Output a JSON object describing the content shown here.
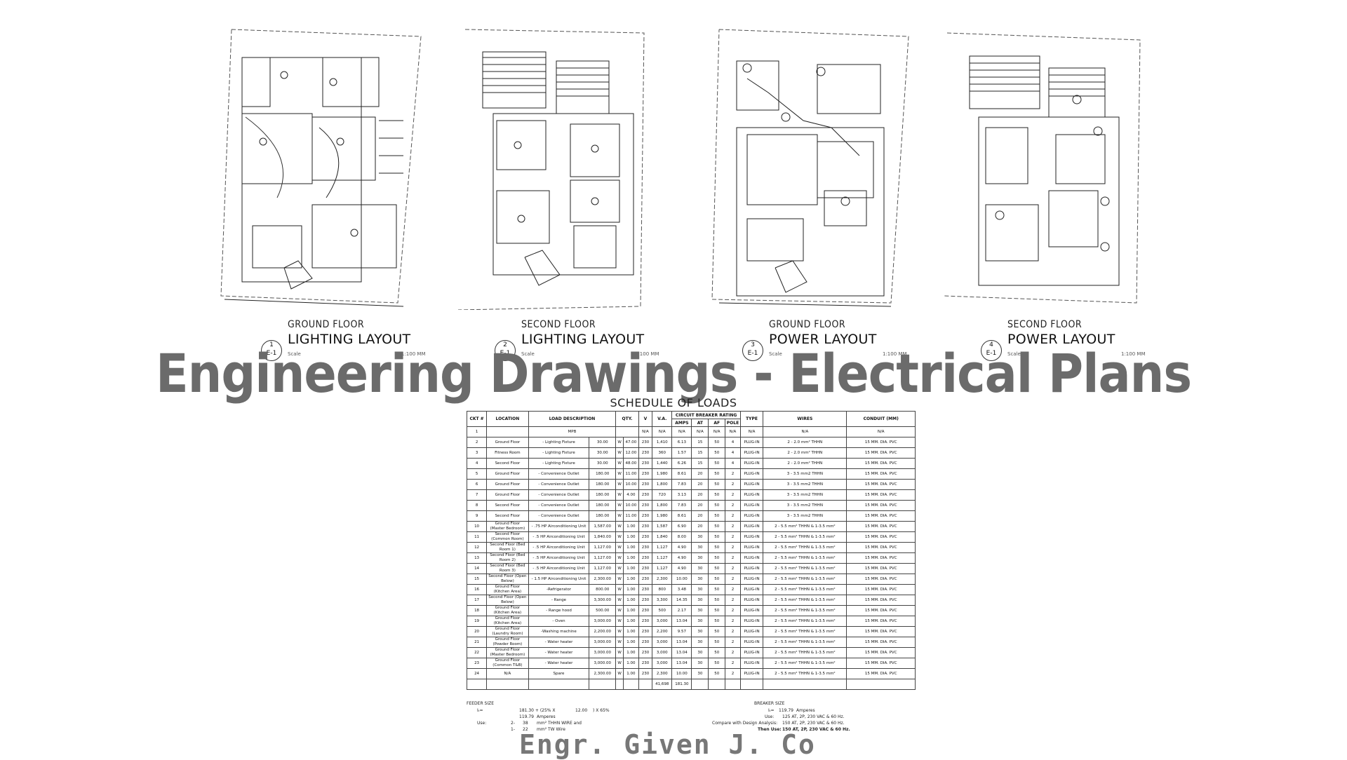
{
  "plans": [
    {
      "small": "GROUND FLOOR",
      "big": "LIGHTING LAYOUT",
      "num": "1",
      "sheet": "E-1",
      "scale": "Scale",
      "scale_value": "1:100 MM"
    },
    {
      "small": "SECOND FLOOR",
      "big": "LIGHTING LAYOUT",
      "num": "2",
      "sheet": "E-1",
      "scale": "Scale",
      "scale_value": "1:100 MM"
    },
    {
      "small": "GROUND FLOOR",
      "big": "POWER LAYOUT",
      "num": "3",
      "sheet": "E-1",
      "scale": "Scale",
      "scale_value": "1:100 MM"
    },
    {
      "small": "SECOND FLOOR",
      "big": "POWER LAYOUT",
      "num": "4",
      "sheet": "E-1",
      "scale": "Scale",
      "scale_value": "1:100 MM"
    }
  ],
  "main_title": "Engineering Drawings - Electrical Plans",
  "schedule_title": "SCHEDULE OF LOADS",
  "table": {
    "headers": [
      "CKT #",
      "LOCATION",
      "LOAD DESCRIPTION",
      "QTY.",
      "V",
      "V.A.",
      "CIRCUIT BREAKER RATING",
      "TYPE",
      "WIRES",
      "CONDUIT (MM)"
    ],
    "sub_headers": [
      "AMPS",
      "AT",
      "AF",
      "POLE"
    ],
    "rows": [
      [
        "1",
        "",
        "MPB",
        "",
        "",
        "",
        "N/A",
        "N/A",
        "N/A",
        "N/A",
        "N/A",
        "N/A",
        "N/A",
        "N/A",
        "N/A"
      ],
      [
        "2",
        "Ground Floor",
        "- Lighting Fixture",
        "30.00",
        "W",
        "47.00",
        "230",
        "1,410",
        "6.13",
        "15",
        "50",
        "4",
        "PLUG-IN",
        "2 - 2.0 mm² THHN",
        "15 MM. DIA. PVC"
      ],
      [
        "3",
        "Fitness Room",
        "- Lighting Fixture",
        "30.00",
        "W",
        "12.00",
        "230",
        "360",
        "1.57",
        "15",
        "50",
        "4",
        "PLUG-IN",
        "2 - 2.0 mm² THHN",
        "15 MM. DIA. PVC"
      ],
      [
        "4",
        "Second Floor",
        "- Lighting Fixture",
        "30.00",
        "W",
        "48.00",
        "230",
        "1,440",
        "6.26",
        "15",
        "50",
        "4",
        "PLUG-IN",
        "2 - 2.0 mm² THHN",
        "15 MM. DIA. PVC"
      ],
      [
        "5",
        "Ground Floor",
        "- Convenience Outlet",
        "180.00",
        "W",
        "11.00",
        "230",
        "1,980",
        "8.61",
        "20",
        "50",
        "2",
        "PLUG-IN",
        "3 - 3.5 mm2 THHN",
        "15 MM. DIA. PVC"
      ],
      [
        "6",
        "Ground Floor",
        "- Convenience Outlet",
        "180.00",
        "W",
        "10.00",
        "230",
        "1,800",
        "7.83",
        "20",
        "50",
        "2",
        "PLUG-IN",
        "3 - 3.5 mm2 THHN",
        "15 MM. DIA. PVC"
      ],
      [
        "7",
        "Ground Floor",
        "- Convenience Outlet",
        "180.00",
        "W",
        "4.00",
        "230",
        "720",
        "3.13",
        "20",
        "50",
        "2",
        "PLUG-IN",
        "3 - 3.5 mm2 THHN",
        "15 MM. DIA. PVC"
      ],
      [
        "8",
        "Second Floor",
        "- Convenience Outlet",
        "180.00",
        "W",
        "10.00",
        "230",
        "1,800",
        "7.83",
        "20",
        "50",
        "2",
        "PLUG-IN",
        "3 - 3.5 mm2 THHN",
        "15 MM. DIA. PVC"
      ],
      [
        "9",
        "Second Floor",
        "- Convenience Outlet",
        "180.00",
        "W",
        "11.00",
        "230",
        "1,980",
        "8.61",
        "20",
        "50",
        "2",
        "PLUG-IN",
        "3 - 3.5 mm2 THHN",
        "15 MM. DIA. PVC"
      ],
      [
        "10",
        "Ground Floor (Master Bedroom)",
        "- .75 HP Airconditioning Unit",
        "1,587.00",
        "W",
        "1.00",
        "230",
        "1,587",
        "6.90",
        "20",
        "50",
        "2",
        "PLUG-IN",
        "2 - 5.5 mm² THHN & 1-3.5 mm²",
        "15 MM. DIA. PVC"
      ],
      [
        "11",
        "Second Floor (Common Room)",
        "- .5 HP Airconditioning Unit",
        "1,840.00",
        "W",
        "1.00",
        "230",
        "1,840",
        "8.00",
        "30",
        "50",
        "2",
        "PLUG-IN",
        "2 - 5.5 mm² THHN & 1-3.5 mm²",
        "15 MM. DIA. PVC"
      ],
      [
        "12",
        "Second Floor (Bed Room 1)",
        "- .5 HP Airconditioning Unit",
        "1,127.00",
        "W",
        "1.00",
        "230",
        "1,127",
        "4.90",
        "30",
        "50",
        "2",
        "PLUG-IN",
        "2 - 5.5 mm² THHN & 1-3.5 mm²",
        "15 MM. DIA. PVC"
      ],
      [
        "13",
        "Second Floor (Bed Room 2)",
        "- .5 HP Airconditioning Unit",
        "1,127.00",
        "W",
        "1.00",
        "230",
        "1,127",
        "4.90",
        "30",
        "50",
        "2",
        "PLUG-IN",
        "2 - 5.5 mm² THHN & 1-3.5 mm²",
        "15 MM. DIA. PVC"
      ],
      [
        "14",
        "Second Floor (Bed Room 3)",
        "- .5 HP Airconditioning Unit",
        "1,127.00",
        "W",
        "1.00",
        "230",
        "1,127",
        "4.90",
        "30",
        "50",
        "2",
        "PLUG-IN",
        "2 - 5.5 mm² THHN & 1-3.5 mm²",
        "15 MM. DIA. PVC"
      ],
      [
        "15",
        "Second Floor (Open Below)",
        "- 1.5 HP Airconditioning Unit",
        "2,300.00",
        "W",
        "1.00",
        "230",
        "2,300",
        "10.00",
        "30",
        "50",
        "2",
        "PLUG-IN",
        "2 - 5.5 mm² THHN & 1-3.5 mm²",
        "15 MM. DIA. PVC"
      ],
      [
        "16",
        "Ground Floor (Kitchen Area)",
        "-Refrigerator",
        "800.00",
        "W",
        "1.00",
        "230",
        "800",
        "3.48",
        "30",
        "50",
        "2",
        "PLUG-IN",
        "2 - 5.5 mm² THHN & 1-3.5 mm²",
        "15 MM. DIA. PVC"
      ],
      [
        "17",
        "Second Floor (Open Below)",
        "- Range",
        "3,300.00",
        "W",
        "1.00",
        "230",
        "3,300",
        "14.35",
        "30",
        "50",
        "2",
        "PLUG-IN",
        "2 - 5.5 mm² THHN & 1-3.5 mm²",
        "15 MM. DIA. PVC"
      ],
      [
        "18",
        "Ground Floor (Kitchen Area)",
        "- Range hood",
        "500.00",
        "W",
        "1.00",
        "230",
        "500",
        "2.17",
        "30",
        "50",
        "2",
        "PLUG-IN",
        "2 - 5.5 mm² THHN & 1-3.5 mm²",
        "15 MM. DIA. PVC"
      ],
      [
        "19",
        "Ground Floor (Kitchen Area)",
        "- Oven",
        "3,000.00",
        "W",
        "1.00",
        "230",
        "3,000",
        "13.04",
        "30",
        "50",
        "2",
        "PLUG-IN",
        "2 - 5.5 mm² THHN & 1-3.5 mm²",
        "15 MM. DIA. PVC"
      ],
      [
        "20",
        "Ground Floor (Laundry Room)",
        "-Washing machine",
        "2,200.00",
        "W",
        "1.00",
        "230",
        "2,200",
        "9.57",
        "30",
        "50",
        "2",
        "PLUG-IN",
        "2 - 5.5 mm² THHN & 1-3.5 mm²",
        "15 MM. DIA. PVC"
      ],
      [
        "21",
        "Ground Floor (Powder Room)",
        "- Water heater",
        "3,000.00",
        "W",
        "1.00",
        "230",
        "3,000",
        "13.04",
        "30",
        "50",
        "2",
        "PLUG-IN",
        "2 - 5.5 mm² THHN & 1-3.5 mm²",
        "15 MM. DIA. PVC"
      ],
      [
        "22",
        "Ground Floor (Master Bedroom)",
        "- Water heater",
        "3,000.00",
        "W",
        "1.00",
        "230",
        "3,000",
        "13.04",
        "30",
        "50",
        "2",
        "PLUG-IN",
        "2 - 5.5 mm² THHN & 1-3.5 mm²",
        "15 MM. DIA. PVC"
      ],
      [
        "23",
        "Ground Floor (Common T&B)",
        "- Water heater",
        "3,000.00",
        "W",
        "1.00",
        "230",
        "3,000",
        "13.04",
        "30",
        "50",
        "2",
        "PLUG-IN",
        "2 - 5.5 mm² THHN & 1-3.5 mm²",
        "15 MM. DIA. PVC"
      ],
      [
        "24",
        "N/A",
        "Spare",
        "2,300.00",
        "W",
        "1.00",
        "230",
        "2,300",
        "10.00",
        "30",
        "50",
        "2",
        "PLUG-IN",
        "2 - 5.5 mm² THHN & 1-3.5 mm²",
        "15 MM. DIA. PVC"
      ]
    ],
    "totals": [
      "41,698",
      "181.30"
    ]
  },
  "feeder": {
    "feeder_size_label": "FEEDER SIZE",
    "breaker_size_label": "BREAKER SIZE",
    "it_label": "Iₜ=",
    "it_formula": "181.30 + (25% X",
    "it_mid": "12.00",
    "it_end": ") X 65%",
    "it_value": "119.79",
    "it_unit": "Amperes",
    "use_label": "Use:",
    "use_count": "2-",
    "use_size": "38",
    "use_wire": "mm² THHN WIRE and",
    "use_count2": "1-",
    "use_size2": "22",
    "use_wire2": "mm² TW Wire",
    "br_it_label": "Iₜ=",
    "br_it_value": "119.79",
    "br_it_unit": "Amperes",
    "br_use_label": "Use:",
    "br_use_value": "125 AT, 2P, 230 VAC & 60 Hz.",
    "compare_label": "Compare with Design Analysis:",
    "compare_value": "150 AT, 2P, 230 VAC & 60 Hz.",
    "then_label": "Then Use:",
    "then_value": "150 AT, 2P, 230 VAC & 60 Hz."
  },
  "signature": "Engr. Given J. Co"
}
